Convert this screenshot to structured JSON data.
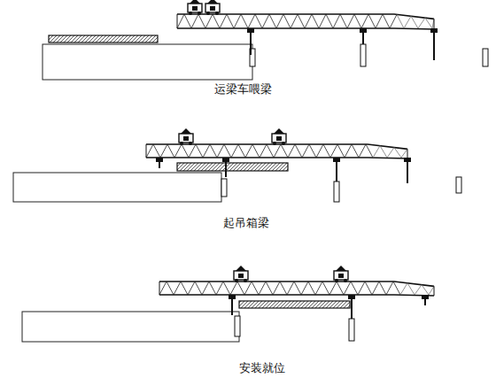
{
  "diagram": {
    "labels": [
      "运梁车喂梁",
      "起吊箱梁",
      "安装就位"
    ]
  }
}
